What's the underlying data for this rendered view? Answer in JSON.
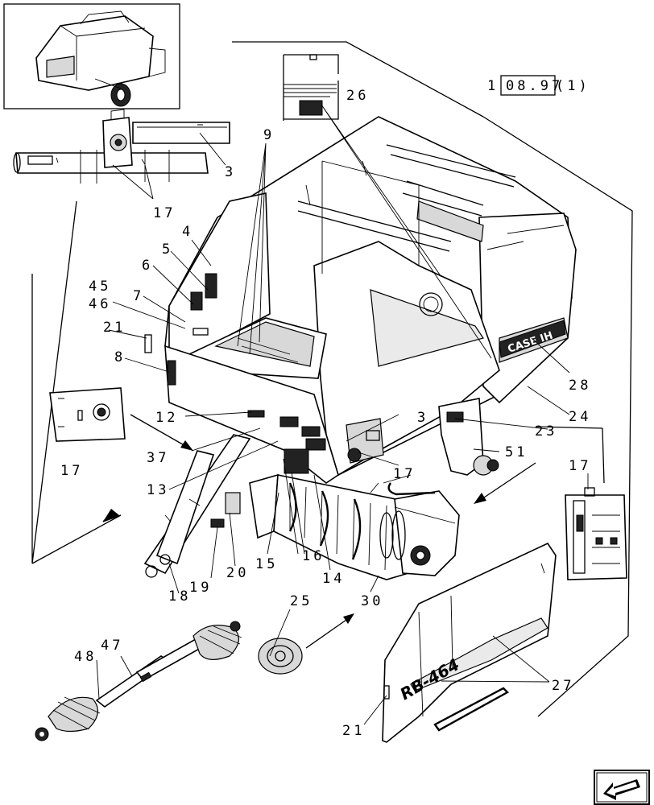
{
  "figure_ref": {
    "prefix": "1",
    "boxed": "08.97",
    "suffix": "(1)"
  },
  "brand_text": "CASE IH",
  "panel_model_text": "RB-464",
  "callouts": {
    "c3a": "3",
    "c17a": "17",
    "c9": "9",
    "c26": "26",
    "c4": "4",
    "c5": "5",
    "c6": "6",
    "c45": "45",
    "c46": "46",
    "c7": "7",
    "c21a": "21",
    "c8": "8",
    "c12": "12",
    "c37": "37",
    "c17b": "17",
    "c13": "13",
    "c3b": "3",
    "c17c": "17",
    "c23": "23",
    "c51": "51",
    "c28": "28",
    "c24": "24",
    "c17d": "17",
    "c15": "15",
    "c16": "16",
    "c14": "14",
    "c20": "20",
    "c19": "19",
    "c18": "18",
    "c30": "30",
    "c25": "25",
    "c48": "48",
    "c47": "47",
    "c27": "27",
    "c21b": "21"
  },
  "nav_button": {
    "icon": "back-arrow-icon"
  }
}
